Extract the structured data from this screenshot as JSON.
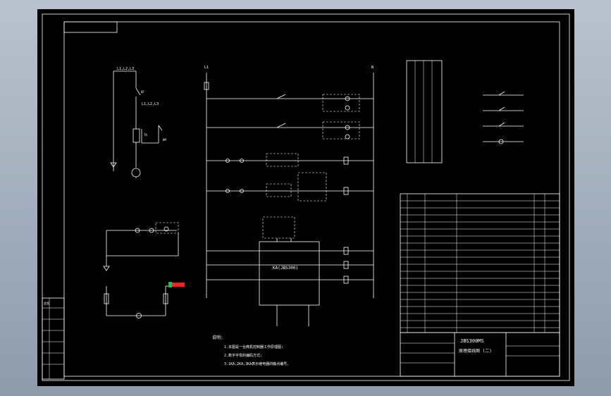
{
  "colors": {
    "background": "#000000",
    "line": "#ffffff",
    "accent": "#00cc44",
    "alert": "#ff2020"
  },
  "drawing": {
    "title": "JBS300MS",
    "subtitle": "原理接线图 (二)"
  },
  "notes": {
    "heading": "说明:",
    "lines": [
      "1.本图是一台微机控制器工作原理图;",
      "2.数字字母的编码方式;",
      "3.1KA,2KA,3KA表示继电器的触点编号。"
    ]
  },
  "left_circuit": {
    "top_label": "L1,L2,L3",
    "mid_label": "L1,L2,L3",
    "labels": [
      "QF",
      "TA",
      "KM"
    ]
  },
  "main_circuit": {
    "bus_left": "L1",
    "bus_right": "N",
    "controller": "KA(JBS300)"
  },
  "sidebar_rows": [
    "会签",
    "",
    "",
    "",
    "",
    ""
  ]
}
